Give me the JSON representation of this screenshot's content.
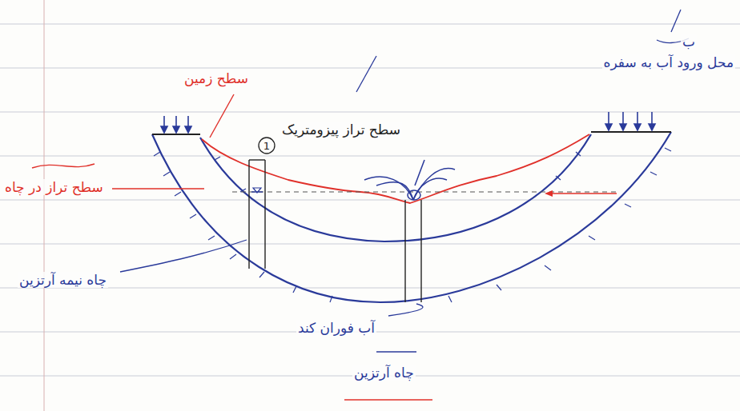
{
  "diagram": {
    "nodes": [
      {
        "text": [
          "1"
        ]
      }
    ],
    "labels": [
      "سطح زمین",
      "سطح تراز پیزومتریک",
      "محل ورود آب به سفره",
      "ب",
      "سطح تراز در چاه",
      "چاه نیمه آرتزین",
      "آب فوران کند",
      "چاه آرتزین"
    ]
  }
}
